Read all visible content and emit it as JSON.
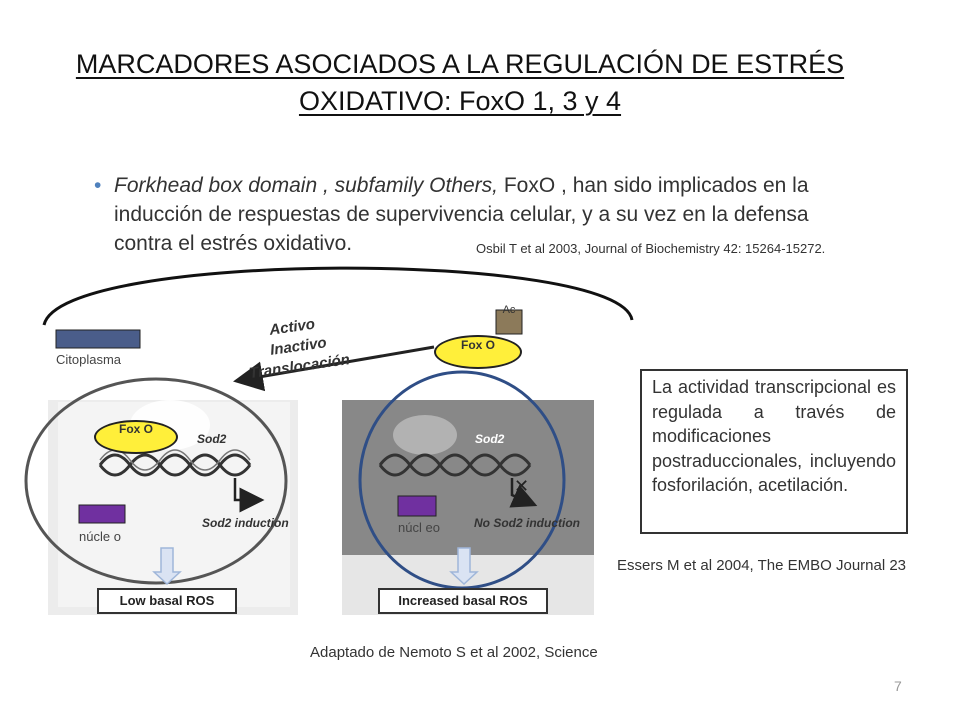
{
  "slide": {
    "title": "MARCADORES ASOCIADOS A LA REGULACIÓN DE ESTRÉS OXIDATIVO: FoxO 1, 3 y 4",
    "bullet": {
      "italic_part": "Forkhead box domain , subfamily Others,",
      "rest": " FoxO , han sido implicados en la inducción de respuestas de supervivencia celular, y a su vez en la defensa contra el estrés oxidativo."
    },
    "citation_osbil": "Osbil T et al 2003, Journal  of Biochemistry 42: 15264-15272.",
    "citation_essers": "Essers M et al 2004, The EMBO Journal 23",
    "adapted_citation": "Adaptado de Nemoto S et al 2002, Science",
    "page_number": "7",
    "info_box": "La actividad transcripcional es regulada a través de modificaciones postraduccionales, incluyendo fosforilación, acetilación."
  },
  "diagram": {
    "citoplasma_label": "Citoplasma",
    "nucleo_left": "núcle o",
    "nucleo_right": "núcl eo",
    "ac_label": "Ac",
    "foxo_label": "Fox O",
    "arrow_labels": [
      "Activo",
      "Inactivo",
      "Translocación"
    ],
    "left_panel": {
      "gene": "Sod2",
      "outcome": "Sod2 induction",
      "ros": "Low  basal ROS"
    },
    "right_panel": {
      "gene": "Sod2",
      "outcome": "No Sod2 induction",
      "ros": "Increased basal ROS"
    }
  },
  "colors": {
    "bullet_accent": "#4f81bd",
    "foxo_fill": "#ffef3a",
    "nucleus_marker": "#7030a0",
    "citoplasma_marker": "#4a5d8a",
    "ac_marker": "#8c7a5a",
    "right_nucleus_ring": "#2f4e86",
    "left_nucleus_ring": "#555555",
    "translocation_arrow": "#222222",
    "down_arrow": "#b4c7e7"
  }
}
